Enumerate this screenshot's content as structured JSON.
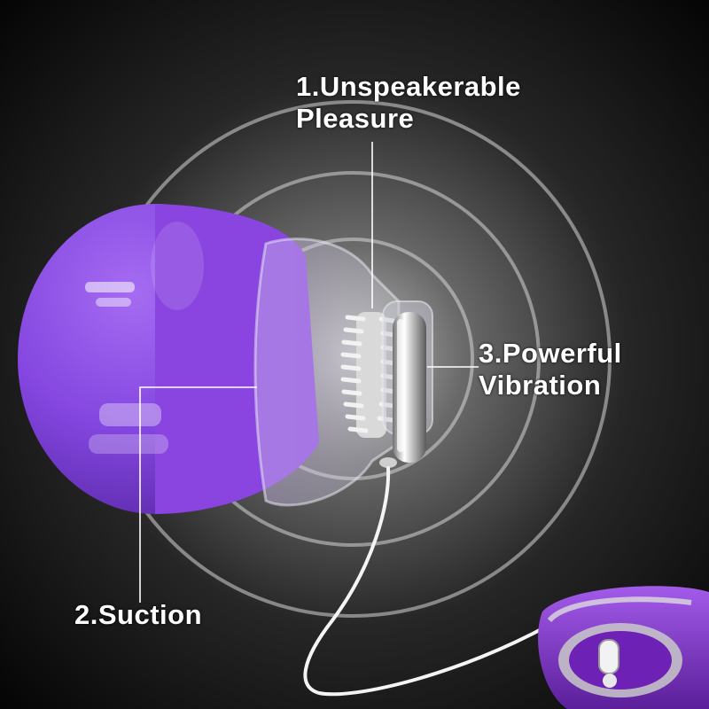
{
  "labels": {
    "pleasure": {
      "line1": "1.Unspeakerable",
      "line2": "Pleasure"
    },
    "vibration": {
      "line1": "3.Powerful",
      "line2": "Vibration"
    },
    "suction": {
      "line1": "2.Suction"
    }
  },
  "colors": {
    "background": "#0b0b0b",
    "cup": "#8a45e0",
    "label_text": "#ffffff",
    "leader_line": "#ffffff",
    "remote_accent": "#8b3bd8"
  }
}
